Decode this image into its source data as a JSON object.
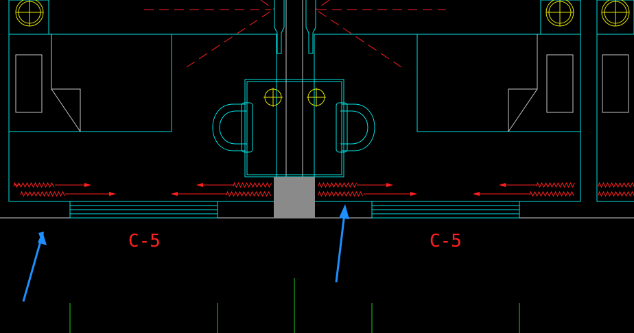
{
  "drawing": {
    "room_labels": [
      "C-5",
      "C-5"
    ],
    "colors": {
      "background": "#000000",
      "wall": "#00E5E5",
      "heater": "#FF2020",
      "symbol": "#E8E800",
      "grid": "#20D020",
      "base_line": "#D0D0D0",
      "column": "#8A8A8A",
      "arrow": "#1E8FFF",
      "furniture": "#C8C8C8"
    },
    "annotations": [
      {
        "icon": "arrow-up-right-icon",
        "meaning": "pointer"
      },
      {
        "icon": "arrow-up-right-icon",
        "meaning": "pointer"
      }
    ]
  }
}
